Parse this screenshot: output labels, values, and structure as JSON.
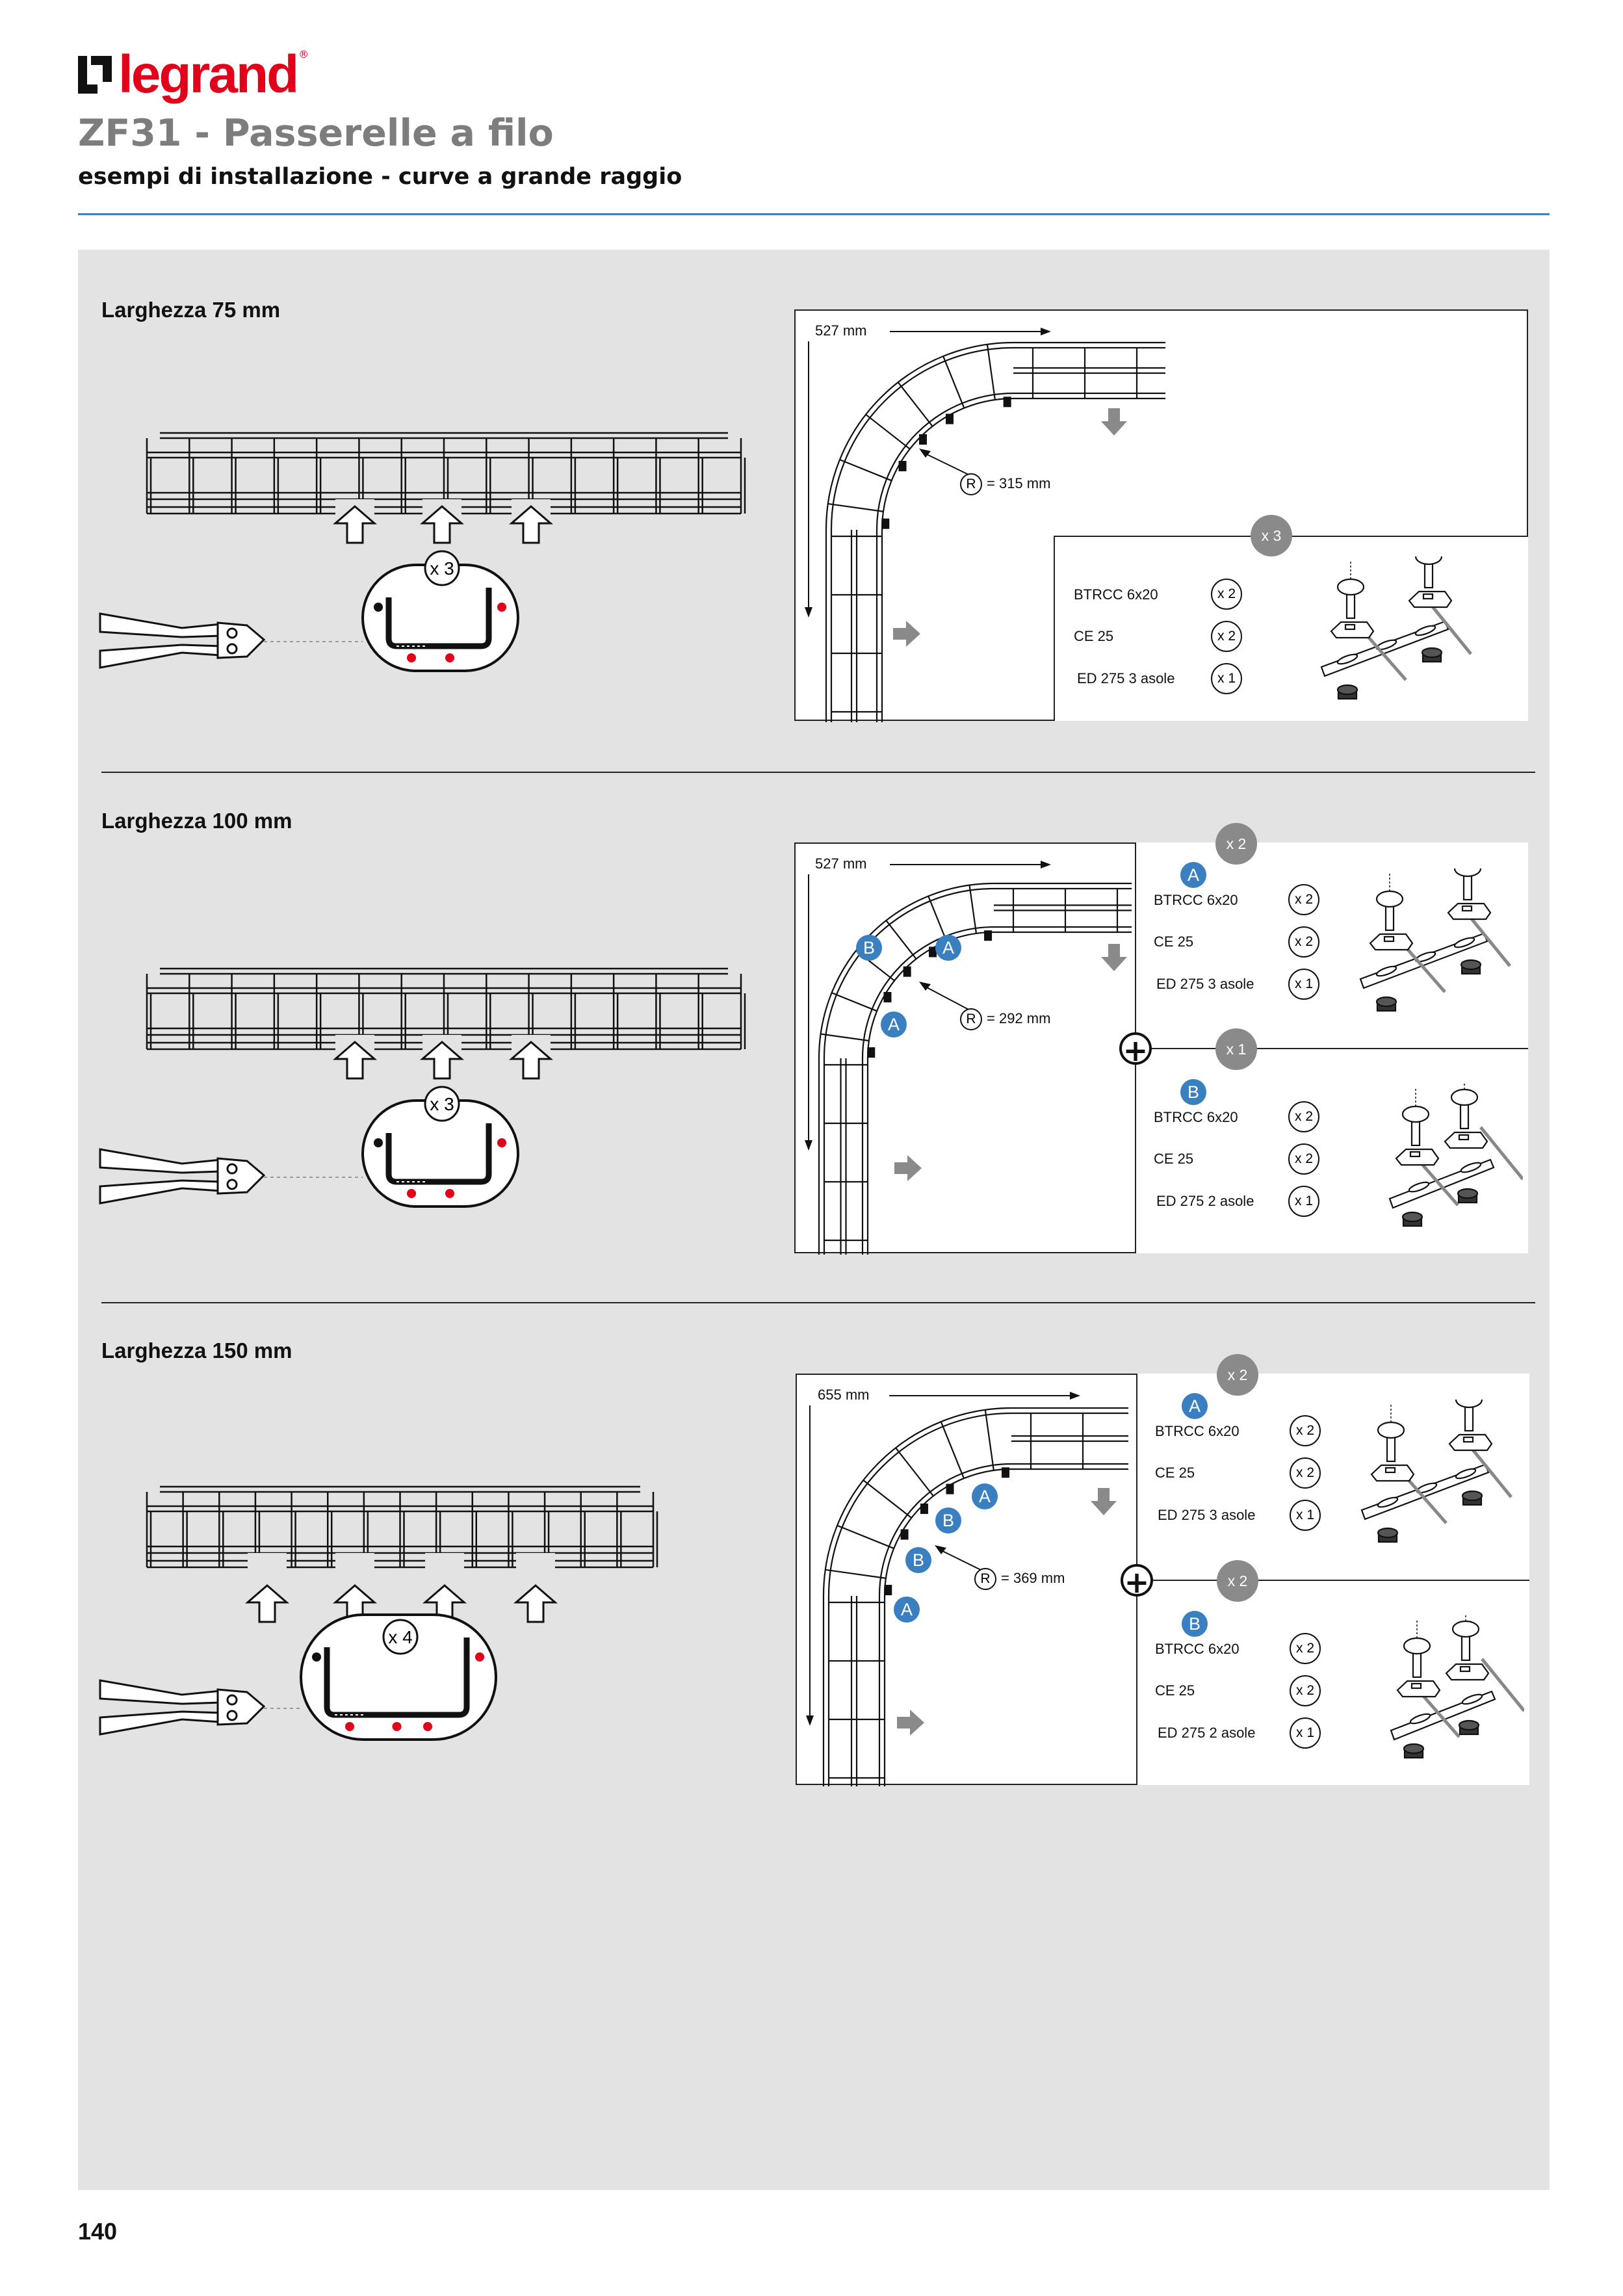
{
  "brand": "legrand",
  "header": {
    "title": "ZF31 - Passerelle a filo",
    "subtitle": "esempi di installazione - curve a grande raggio"
  },
  "sections": [
    {
      "heading": "Larghezza 75 mm",
      "cut_count": "x 3",
      "length": "527 mm",
      "radius_symbol": "R",
      "radius": "= 315 mm",
      "kits": [
        {
          "multiplier": "x 3",
          "items": [
            {
              "name": "BTRCC 6x20",
              "qty": "x 2"
            },
            {
              "name": "CE 25",
              "qty": "x 2"
            },
            {
              "name": "ED 275 3 asole",
              "qty": "x 1"
            }
          ]
        }
      ]
    },
    {
      "heading": "Larghezza 100 mm",
      "cut_count": "x 3",
      "length": "527 mm",
      "radius_symbol": "R",
      "radius": "= 292 mm",
      "joint_labels": [
        "B",
        "A",
        "A"
      ],
      "kits": [
        {
          "letter": "A",
          "multiplier": "x 2",
          "items": [
            {
              "name": "BTRCC 6x20",
              "qty": "x 2"
            },
            {
              "name": "CE 25",
              "qty": "x 2"
            },
            {
              "name": "ED 275 3 asole",
              "qty": "x 1"
            }
          ]
        },
        {
          "letter": "B",
          "multiplier": "x 1",
          "items": [
            {
              "name": "BTRCC 6x20",
              "qty": "x 2"
            },
            {
              "name": "CE 25",
              "qty": "x 2"
            },
            {
              "name": "ED 275 2 asole",
              "qty": "x 1"
            }
          ]
        }
      ]
    },
    {
      "heading": "Larghezza 150 mm",
      "cut_count": "x 4",
      "length": "655 mm",
      "radius_symbol": "R",
      "radius": "= 369 mm",
      "joint_labels": [
        "A",
        "B",
        "B",
        "A"
      ],
      "kits": [
        {
          "letter": "A",
          "multiplier": "x 2",
          "items": [
            {
              "name": "BTRCC 6x20",
              "qty": "x 2"
            },
            {
              "name": "CE 25",
              "qty": "x 2"
            },
            {
              "name": "ED 275 3 asole",
              "qty": "x 1"
            }
          ]
        },
        {
          "letter": "B",
          "multiplier": "x 2",
          "items": [
            {
              "name": "BTRCC 6x20",
              "qty": "x 2"
            },
            {
              "name": "CE 25",
              "qty": "x 2"
            },
            {
              "name": "ED 275 2 asole",
              "qty": "x 1"
            }
          ]
        }
      ]
    }
  ],
  "page_number": "140",
  "colors": {
    "brand_red": "#e2001a",
    "accent_blue": "#3a7fc2",
    "badge_gray": "#8a8a8a",
    "panel_gray": "#e3e3e3",
    "cut_dot_red": "#e2001a"
  }
}
